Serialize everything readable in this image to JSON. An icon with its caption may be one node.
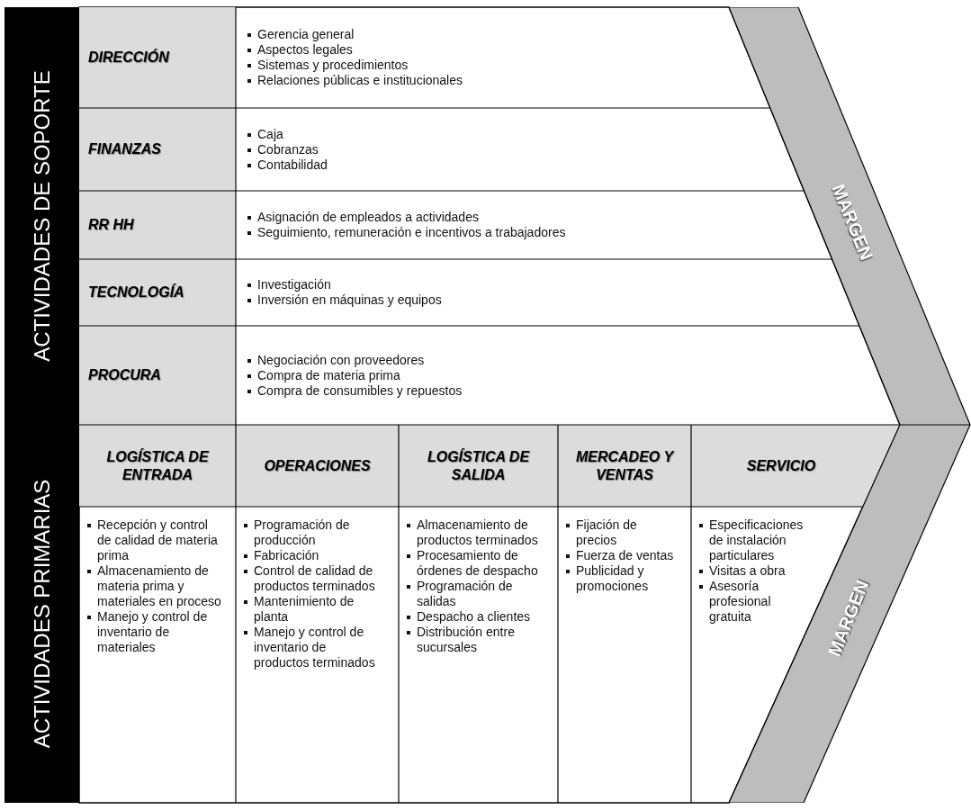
{
  "diagram": {
    "nodes": [
      {
        "text": [
          "ACTIVIDADES DE SOPORTE"
        ]
      },
      {
        "text": [
          "DIRECCIÓN"
        ]
      },
      {
        "text": [
          "Gerencia general",
          "Aspectos legales",
          "Sistemas y procedimientos",
          "Relaciones públicas e institucionales"
        ]
      },
      {
        "text": [
          "FINANZAS"
        ]
      },
      {
        "text": [
          "Caja",
          "Cobranzas",
          "Contabilidad"
        ]
      },
      {
        "text": [
          "RR HH"
        ]
      },
      {
        "text": [
          "Asignación de empleados a actividades",
          "Seguimiento, remuneración e incentivos a trabajadores"
        ]
      },
      {
        "text": [
          "TECNOLOGÍA"
        ]
      },
      {
        "text": [
          "Investigación",
          "Inversión en máquinas y equipos"
        ]
      },
      {
        "text": [
          "PROCURA"
        ]
      },
      {
        "text": [
          "Negociación con proveedores",
          "Compra de materia prima",
          "Compra de consumibles y repuestos"
        ]
      },
      {
        "text": [
          "ACTIVIDADES PRIMARIAS"
        ]
      },
      {
        "text": [
          "LOGÍSTICA DE ENTRADA"
        ]
      },
      {
        "text": [
          "Recepción y control de calidad de materia prima",
          "Almacenamiento de materia prima y materiales en proceso",
          "Manejo y control de inventario de materiales"
        ]
      },
      {
        "text": [
          "OPERACIONES"
        ]
      },
      {
        "text": [
          "Programación de producción",
          "Fabricación",
          "Control de calidad de productos terminados",
          "Mantenimiento de planta",
          "Manejo y control de inventario de productos terminados"
        ]
      },
      {
        "text": [
          "LOGÍSTICA DE SALIDA"
        ]
      },
      {
        "text": [
          "Almacenamiento de productos terminados",
          "Procesamiento de órdenes de despacho",
          "Programación de salidas",
          "Despacho a clientes",
          "Distribución entre sucursales"
        ]
      },
      {
        "text": [
          "MERCADEO Y VENTAS"
        ]
      },
      {
        "text": [
          "Fijación de precios",
          "Fuerza de ventas",
          "Publicidad y promociones"
        ]
      },
      {
        "text": [
          "SERVICIO"
        ]
      },
      {
        "text": [
          "Especificaciones de instalación particulares",
          "Visitas a obra",
          "Asesoría profesional gratuita"
        ]
      },
      {
        "text": [
          "MARGEN"
        ]
      },
      {
        "text": [
          "MARGEN"
        ]
      }
    ]
  }
}
